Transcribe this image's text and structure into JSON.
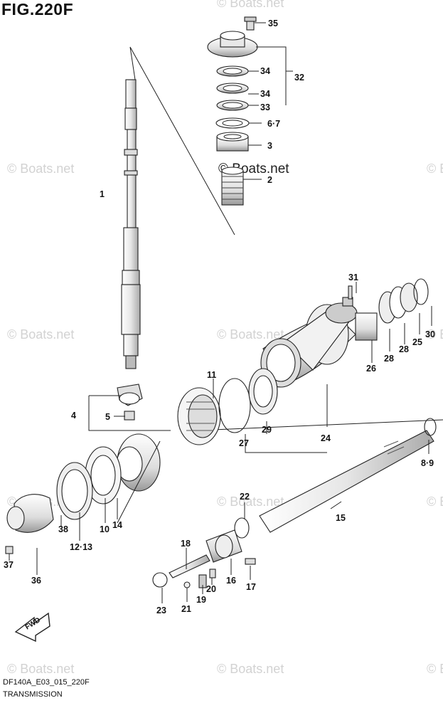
{
  "figure": {
    "title": "FIG.220F",
    "model_code": "DF140A_E03_015_220F",
    "section_name": "TRANSMISSION"
  },
  "watermark": "© Boats.net",
  "fwd_label": "FWD",
  "callouts": {
    "c1": "1",
    "c2": "2",
    "c3": "3",
    "c4": "4",
    "c5": "5",
    "c67": "6·7",
    "c89": "8·9",
    "c10": "10",
    "c11": "11",
    "c1213": "12·13",
    "c14": "14",
    "c15": "15",
    "c16": "16",
    "c17": "17",
    "c18": "18",
    "c19": "19",
    "c20": "20",
    "c21": "21",
    "c22": "22",
    "c23": "23",
    "c24": "24",
    "c25": "25",
    "c26": "26",
    "c27": "27",
    "c28a": "28",
    "c28b": "28",
    "c29": "29",
    "c30": "30",
    "c31": "31",
    "c32": "32",
    "c33": "33",
    "c34a": "34",
    "c34b": "34",
    "c35": "35",
    "c36": "36",
    "c37": "37",
    "c38": "38"
  },
  "colors": {
    "line": "#222222",
    "part_fill": "#ffffff",
    "shade": "#cfcfcf",
    "watermark": "#d2d2d2"
  }
}
